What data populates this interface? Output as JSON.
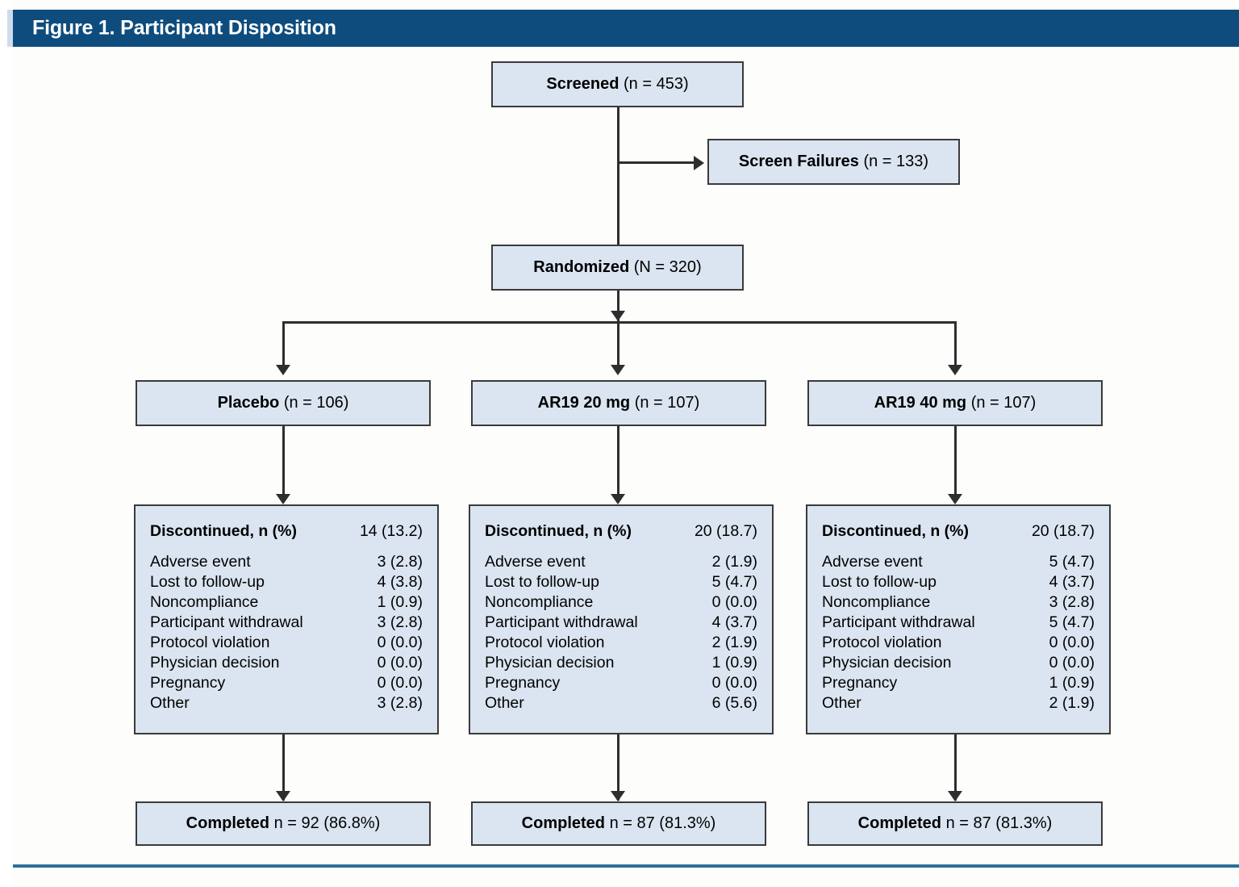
{
  "figure": {
    "title": "Figure 1. Participant Disposition",
    "header_color": "#0e4c7d",
    "box_fill_color": "#dbe5f1",
    "box_border_color": "#3a3a3a",
    "rule_color": "#2b7099"
  },
  "nodes": {
    "screened": {
      "bold": "Screened",
      "rest": " (n = 453)"
    },
    "screen_failures": {
      "bold": "Screen Failures",
      "rest": " (n = 133)"
    },
    "randomized": {
      "bold": "Randomized",
      "rest": " (N = 320)"
    }
  },
  "arms": [
    {
      "id": "placebo",
      "title_bold": "Placebo",
      "title_rest": " (n = 106)",
      "discontinued": {
        "label": "Discontinued, n (%)",
        "value": "14 (13.2)",
        "reasons": [
          {
            "label": "Adverse event",
            "value": "3 (2.8)"
          },
          {
            "label": "Lost to follow-up",
            "value": "4 (3.8)"
          },
          {
            "label": "Noncompliance",
            "value": "1 (0.9)"
          },
          {
            "label": "Participant withdrawal",
            "value": "3 (2.8)"
          },
          {
            "label": "Protocol violation",
            "value": "0 (0.0)"
          },
          {
            "label": "Physician decision",
            "value": "0 (0.0)"
          },
          {
            "label": "Pregnancy",
            "value": "0 (0.0)"
          },
          {
            "label": "Other",
            "value": "3 (2.8)"
          }
        ]
      },
      "completed_bold": "Completed",
      "completed_rest": " n = 92 (86.8%)"
    },
    {
      "id": "ar19-20mg",
      "title_bold": "AR19 20 mg",
      "title_rest": " (n = 107)",
      "discontinued": {
        "label": "Discontinued, n (%)",
        "value": "20 (18.7)",
        "reasons": [
          {
            "label": "Adverse event",
            "value": "2 (1.9)"
          },
          {
            "label": "Lost to follow-up",
            "value": "5 (4.7)"
          },
          {
            "label": "Noncompliance",
            "value": "0 (0.0)"
          },
          {
            "label": "Participant withdrawal",
            "value": "4 (3.7)"
          },
          {
            "label": "Protocol violation",
            "value": "2 (1.9)"
          },
          {
            "label": "Physician decision",
            "value": "1 (0.9)"
          },
          {
            "label": "Pregnancy",
            "value": "0 (0.0)"
          },
          {
            "label": "Other",
            "value": "6 (5.6)"
          }
        ]
      },
      "completed_bold": "Completed",
      "completed_rest": " n = 87 (81.3%)"
    },
    {
      "id": "ar19-40mg",
      "title_bold": "AR19 40 mg",
      "title_rest": " (n = 107)",
      "discontinued": {
        "label": "Discontinued, n (%)",
        "value": "20 (18.7)",
        "reasons": [
          {
            "label": "Adverse event",
            "value": "5 (4.7)"
          },
          {
            "label": "Lost to follow-up",
            "value": "4 (3.7)"
          },
          {
            "label": "Noncompliance",
            "value": "3 (2.8)"
          },
          {
            "label": "Participant withdrawal",
            "value": "5 (4.7)"
          },
          {
            "label": "Protocol violation",
            "value": "0 (0.0)"
          },
          {
            "label": "Physician decision",
            "value": "0 (0.0)"
          },
          {
            "label": "Pregnancy",
            "value": "1 (0.9)"
          },
          {
            "label": "Other",
            "value": "2 (1.9)"
          }
        ]
      },
      "completed_bold": "Completed",
      "completed_rest": " n = 87 (81.3%)"
    }
  ]
}
